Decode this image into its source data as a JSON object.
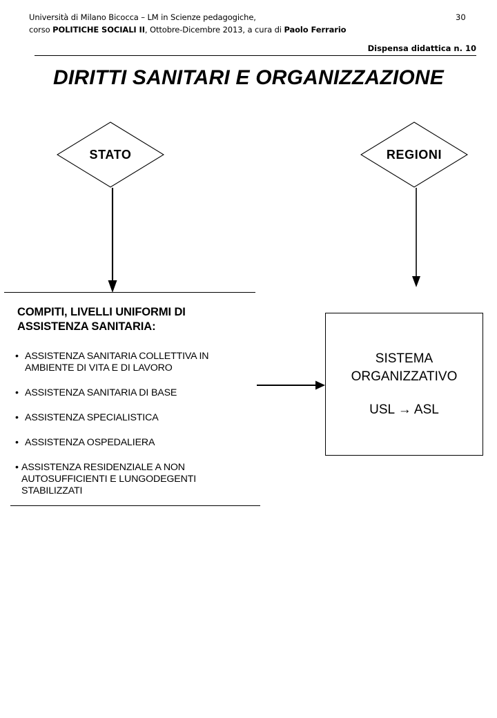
{
  "header": {
    "line1": "Università di Milano Bicocca – LM in Scienze pedagogiche,",
    "line2_prefix": "corso ",
    "line2_bold1": "POLITICHE SOCIALI II",
    "line2_mid": ", Ottobre-Dicembre 2013,  a cura di ",
    "line2_bold2": "Paolo Ferrario",
    "page_number": "30",
    "dispensa": "Dispensa didattica n. 10"
  },
  "title": "DIRITTI  SANITARI E ORGANIZZAZIONE",
  "nodes": {
    "stato": "STATO",
    "regioni": "REGIONI"
  },
  "left_block": {
    "heading": "COMPITI, LIVELLI UNIFORMI DI ASSISTENZA SANITARIA:",
    "bullet_marker": "•",
    "items": [
      "ASSISTENZA SANITARIA  COLLETTIVA IN AMBIENTE DI VITA E DI LAVORO",
      "ASSISTENZA SANITARIA DI BASE",
      "ASSISTENZA SPECIALISTICA",
      "ASSISTENZA OSPEDALIERA",
      "ASSISTENZA RESIDENZIALE A NON AUTOSUFFICIENTI E LUNGODEGENTI STABILIZZATI"
    ]
  },
  "right_box": {
    "line1": "SISTEMA",
    "line2": "ORGANIZZATIVO",
    "line3": "USL → ASL"
  },
  "colors": {
    "ink": "#000000",
    "paper": "#ffffff"
  }
}
